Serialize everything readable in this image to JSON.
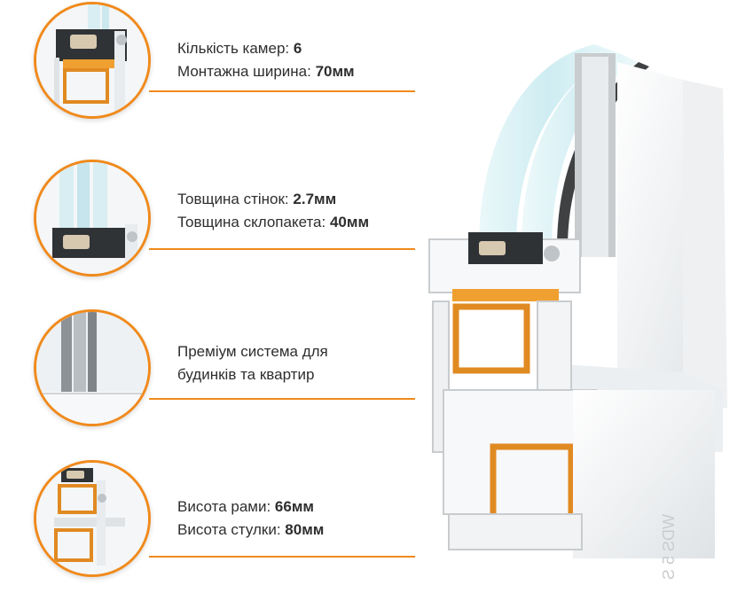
{
  "features": [
    {
      "line1_label": "Кількість камер: ",
      "line1_value": "6",
      "line2_label": "Монтажна ширина: ",
      "line2_value": "70мм"
    },
    {
      "line1_label": "Товщина стінок: ",
      "line1_value": "2.7мм",
      "line2_label": "Товщина склопакета: ",
      "line2_value": "40мм"
    },
    {
      "line1_label": "Преміум система для",
      "line1_value": "",
      "line2_label": "будинків та квартир",
      "line2_value": ""
    },
    {
      "line1_label": "Висота рами: ",
      "line1_value": "66мм",
      "line2_label": "Висота стулки: ",
      "line2_value": "80мм"
    }
  ],
  "profile_marking": "WDS 5 S",
  "colors": {
    "accent": "#f08a1c",
    "text": "#2e2e2e",
    "reinforcement": "#e08a22"
  }
}
